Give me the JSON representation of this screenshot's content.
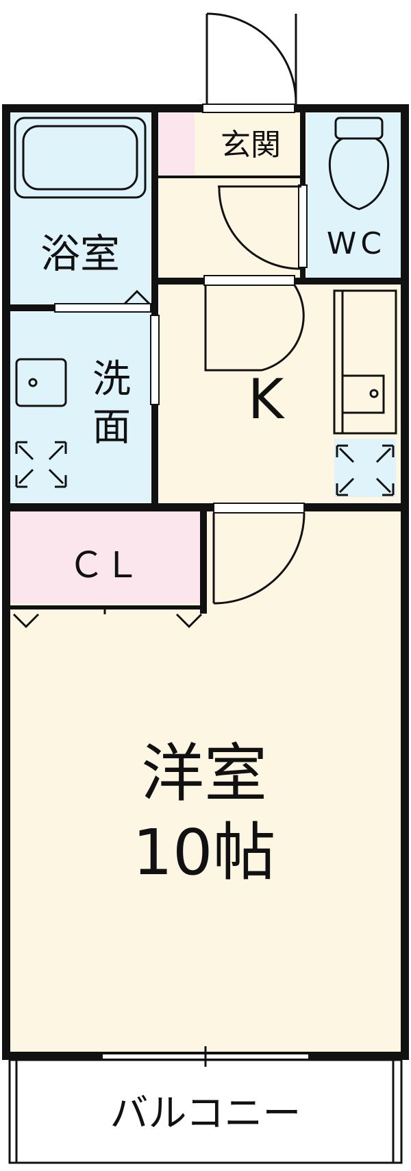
{
  "colors": {
    "wet_area": "#dff3fb",
    "living_area": "#fdf6e3",
    "closet": "#fce6ee",
    "wall": "#111111",
    "background": "#ffffff"
  },
  "rooms": {
    "bath": "浴室",
    "washroom_line1": "洗",
    "washroom_line2": "面",
    "entrance": "玄関",
    "toilet": "WC",
    "kitchen": "K",
    "closet": "ＣＬ",
    "western_room": "洋室",
    "western_room_size": "10帖",
    "balcony": "バルコニー"
  },
  "icons": [
    "bathtub-icon",
    "toilet-icon",
    "sink-icon",
    "washing-machine-icon",
    "kitchen-sink-icon",
    "refrigerator-icon",
    "door-swing-icon"
  ]
}
